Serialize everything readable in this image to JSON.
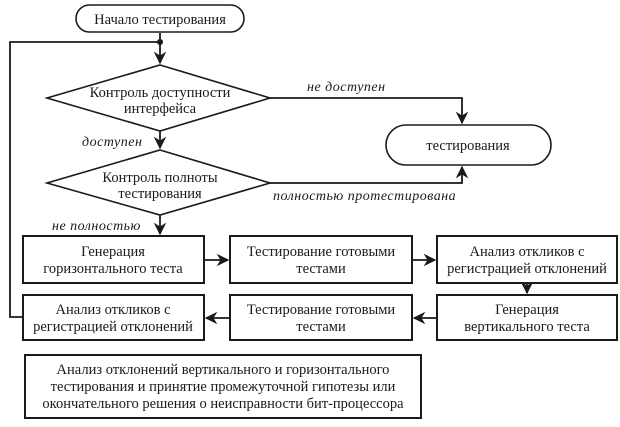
{
  "nodes": {
    "start": {
      "lines": [
        "Начало тестирования"
      ]
    },
    "decision_interface": {
      "lines": [
        "Контроль доступности",
        "интерфейса"
      ]
    },
    "decision_completeness": {
      "lines": [
        "Контроль полноты",
        "тестирования"
      ]
    },
    "end": {
      "lines": [
        "тестирования"
      ]
    },
    "gen_horizontal": {
      "lines": [
        "Генерация",
        "горизонтального теста"
      ]
    },
    "test_ready_1": {
      "lines": [
        "Тестирование готовыми",
        "тестами"
      ]
    },
    "analysis_1": {
      "lines": [
        "Анализ откликов с",
        "регистрацией отклонений"
      ]
    },
    "gen_vertical": {
      "lines": [
        "Генерация",
        "вертикального теста"
      ]
    },
    "test_ready_2": {
      "lines": [
        "Тестирование готовыми",
        "тестами"
      ]
    },
    "analysis_2": {
      "lines": [
        "Анализ откликов с",
        "регистрацией отклонений"
      ]
    },
    "final_analysis": {
      "lines": [
        "Анализ отклонений вертикального и горизонтального",
        "тестирования и принятие промежуточной гипотезы или",
        "окончательного решения о неисправности бит-процессора"
      ]
    }
  },
  "edge_labels": {
    "not_available": "не доступен",
    "available": "доступен",
    "fully_tested": "полностью протестирована",
    "not_fully": "не полностью"
  },
  "colors": {
    "stroke": "#1a1a1a",
    "background": "#ffffff"
  }
}
